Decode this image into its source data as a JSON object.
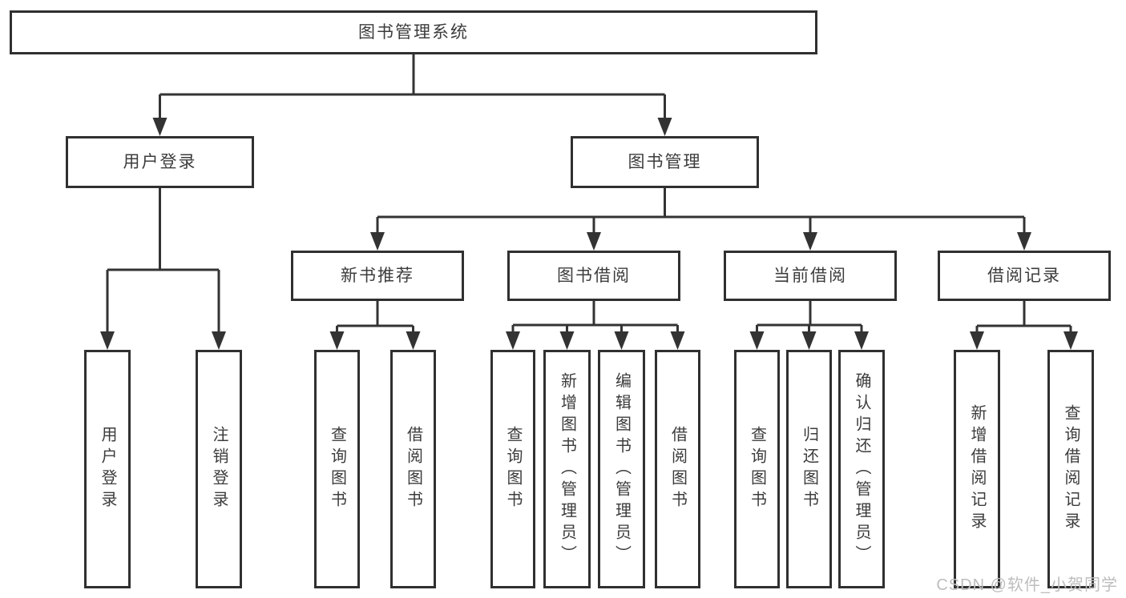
{
  "tree": {
    "root": "图书管理系统",
    "login": {
      "label": "用户登录",
      "children": [
        "用户登录",
        "注销登录"
      ]
    },
    "management": {
      "label": "图书管理",
      "groups": [
        {
          "label": "新书推荐",
          "children": [
            "查询图书",
            "借阅图书"
          ]
        },
        {
          "label": "图书借阅",
          "children": [
            "查询图书",
            "新增图书（管理员）",
            "编辑图书（管理员）",
            "借阅图书"
          ]
        },
        {
          "label": "当前借阅",
          "children": [
            "查询图书",
            "归还图书",
            "确认归还（管理员）"
          ]
        },
        {
          "label": "借阅记录",
          "children": [
            "新增借阅记录",
            "查询借阅记录"
          ]
        }
      ]
    }
  },
  "watermark": {
    "text": "CSDN @软件_小贺同学"
  },
  "colors": {
    "line": "#333333",
    "box_border": "#303030",
    "text": "#3c3c3c",
    "watermark": "#bdbdbd",
    "background": "#ffffff"
  }
}
